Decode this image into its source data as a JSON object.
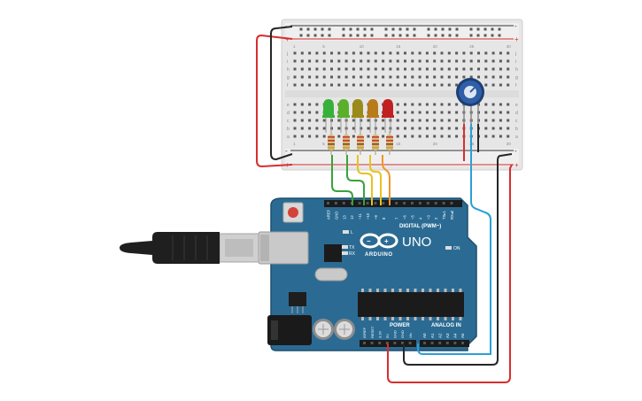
{
  "colors": {
    "board": "#2b6b93",
    "board_edge": "#1f4f6e",
    "breadboard": "#e9e9e9",
    "rail_red": "#d42b2b",
    "rail_black": "#333333",
    "wire_red": "#d82e2e",
    "wire_black": "#262626",
    "wire_green": "#3aa23a",
    "wire_yellow": "#e8c21c",
    "wire_orange": "#f0962a",
    "wire_blue": "#2c9fd8",
    "pot_knob": "#2f5fa8"
  },
  "breadboard": {
    "rail_plus": "+",
    "rail_minus": "-",
    "row_letters_top": [
      "j",
      "i",
      "h",
      "g",
      "f"
    ],
    "row_letters_bottom": [
      "e",
      "d",
      "c",
      "b",
      "a"
    ],
    "column_numbers": [
      "1",
      "5",
      "10",
      "15",
      "20",
      "25",
      "30"
    ]
  },
  "leds": [
    {
      "name": "led-green-1",
      "color": "#38b13a"
    },
    {
      "name": "led-green-2",
      "color": "#5ab02a"
    },
    {
      "name": "led-olive",
      "color": "#9a8a1a"
    },
    {
      "name": "led-orange",
      "color": "#b97a1a"
    },
    {
      "name": "led-red",
      "color": "#c22020"
    }
  ],
  "arduino": {
    "brand": "ARDUINO",
    "model": "UNO",
    "digital_label": "DIGITAL (PWM~)",
    "power_label": "POWER",
    "analog_label": "ANALOG IN",
    "on_label": "ON",
    "l_label": "L",
    "tx_label": "TX",
    "rx_label": "RX",
    "header_top_labels": [
      "AREF",
      "GND",
      "13",
      "12",
      "~11",
      "~10",
      "~9",
      "8",
      "7",
      "~6",
      "~5",
      "4",
      "~3",
      "2",
      "TX▸1",
      "RX◂0"
    ],
    "power_pins": [
      "IOREF",
      "RESET",
      "3.3V",
      "5V",
      "GND",
      "GND",
      "Vin"
    ],
    "analog_pins": [
      "A0",
      "A1",
      "A2",
      "A3",
      "A4",
      "A5"
    ]
  },
  "icons": {
    "usb_cable": "usb-cable-icon",
    "potentiometer": "potentiometer-icon",
    "reset_button": "reset-button-icon"
  }
}
